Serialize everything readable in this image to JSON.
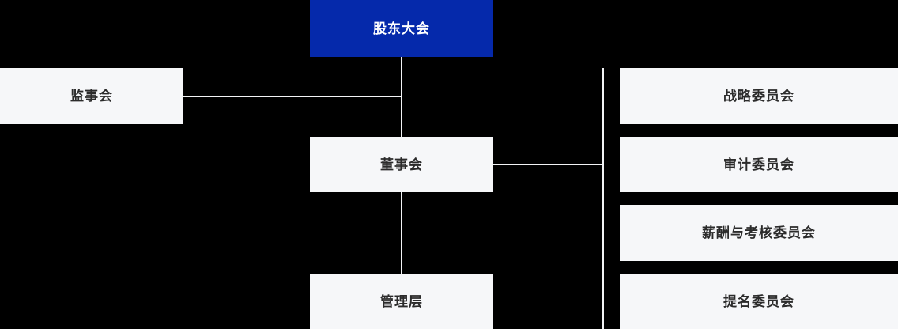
{
  "chart": {
    "type": "org-chart",
    "title": "",
    "root": {
      "id": "shareholders",
      "label": "股东大会",
      "box_color": "#0529ab",
      "text_color": "#ffffff"
    },
    "nodes": [
      {
        "id": "supervisors",
        "label": "监事会",
        "box_color": "#f6f7f9",
        "text_color": "#2b2b2b"
      },
      {
        "id": "board",
        "label": "董事会",
        "box_color": "#f6f7f9",
        "text_color": "#2b2b2b"
      },
      {
        "id": "management",
        "label": "管理层",
        "box_color": "#f6f7f9",
        "text_color": "#2b2b2b"
      }
    ],
    "committees": [
      {
        "id": "strategy",
        "label": "战略委员会"
      },
      {
        "id": "audit",
        "label": "审计委员会"
      },
      {
        "id": "remuneration",
        "label": "薪酬与考核委员会"
      },
      {
        "id": "nomination",
        "label": "提名委员会"
      }
    ],
    "connector_color": "#f2f3f5",
    "background_color": "#000000",
    "edges": [
      {
        "from": "shareholders",
        "to": "board"
      },
      {
        "from": "shareholders",
        "to": "supervisors"
      },
      {
        "from": "board",
        "to": "management"
      },
      {
        "from": "board",
        "to": "strategy"
      },
      {
        "from": "board",
        "to": "audit"
      },
      {
        "from": "board",
        "to": "remuneration"
      },
      {
        "from": "board",
        "to": "nomination"
      }
    ]
  }
}
